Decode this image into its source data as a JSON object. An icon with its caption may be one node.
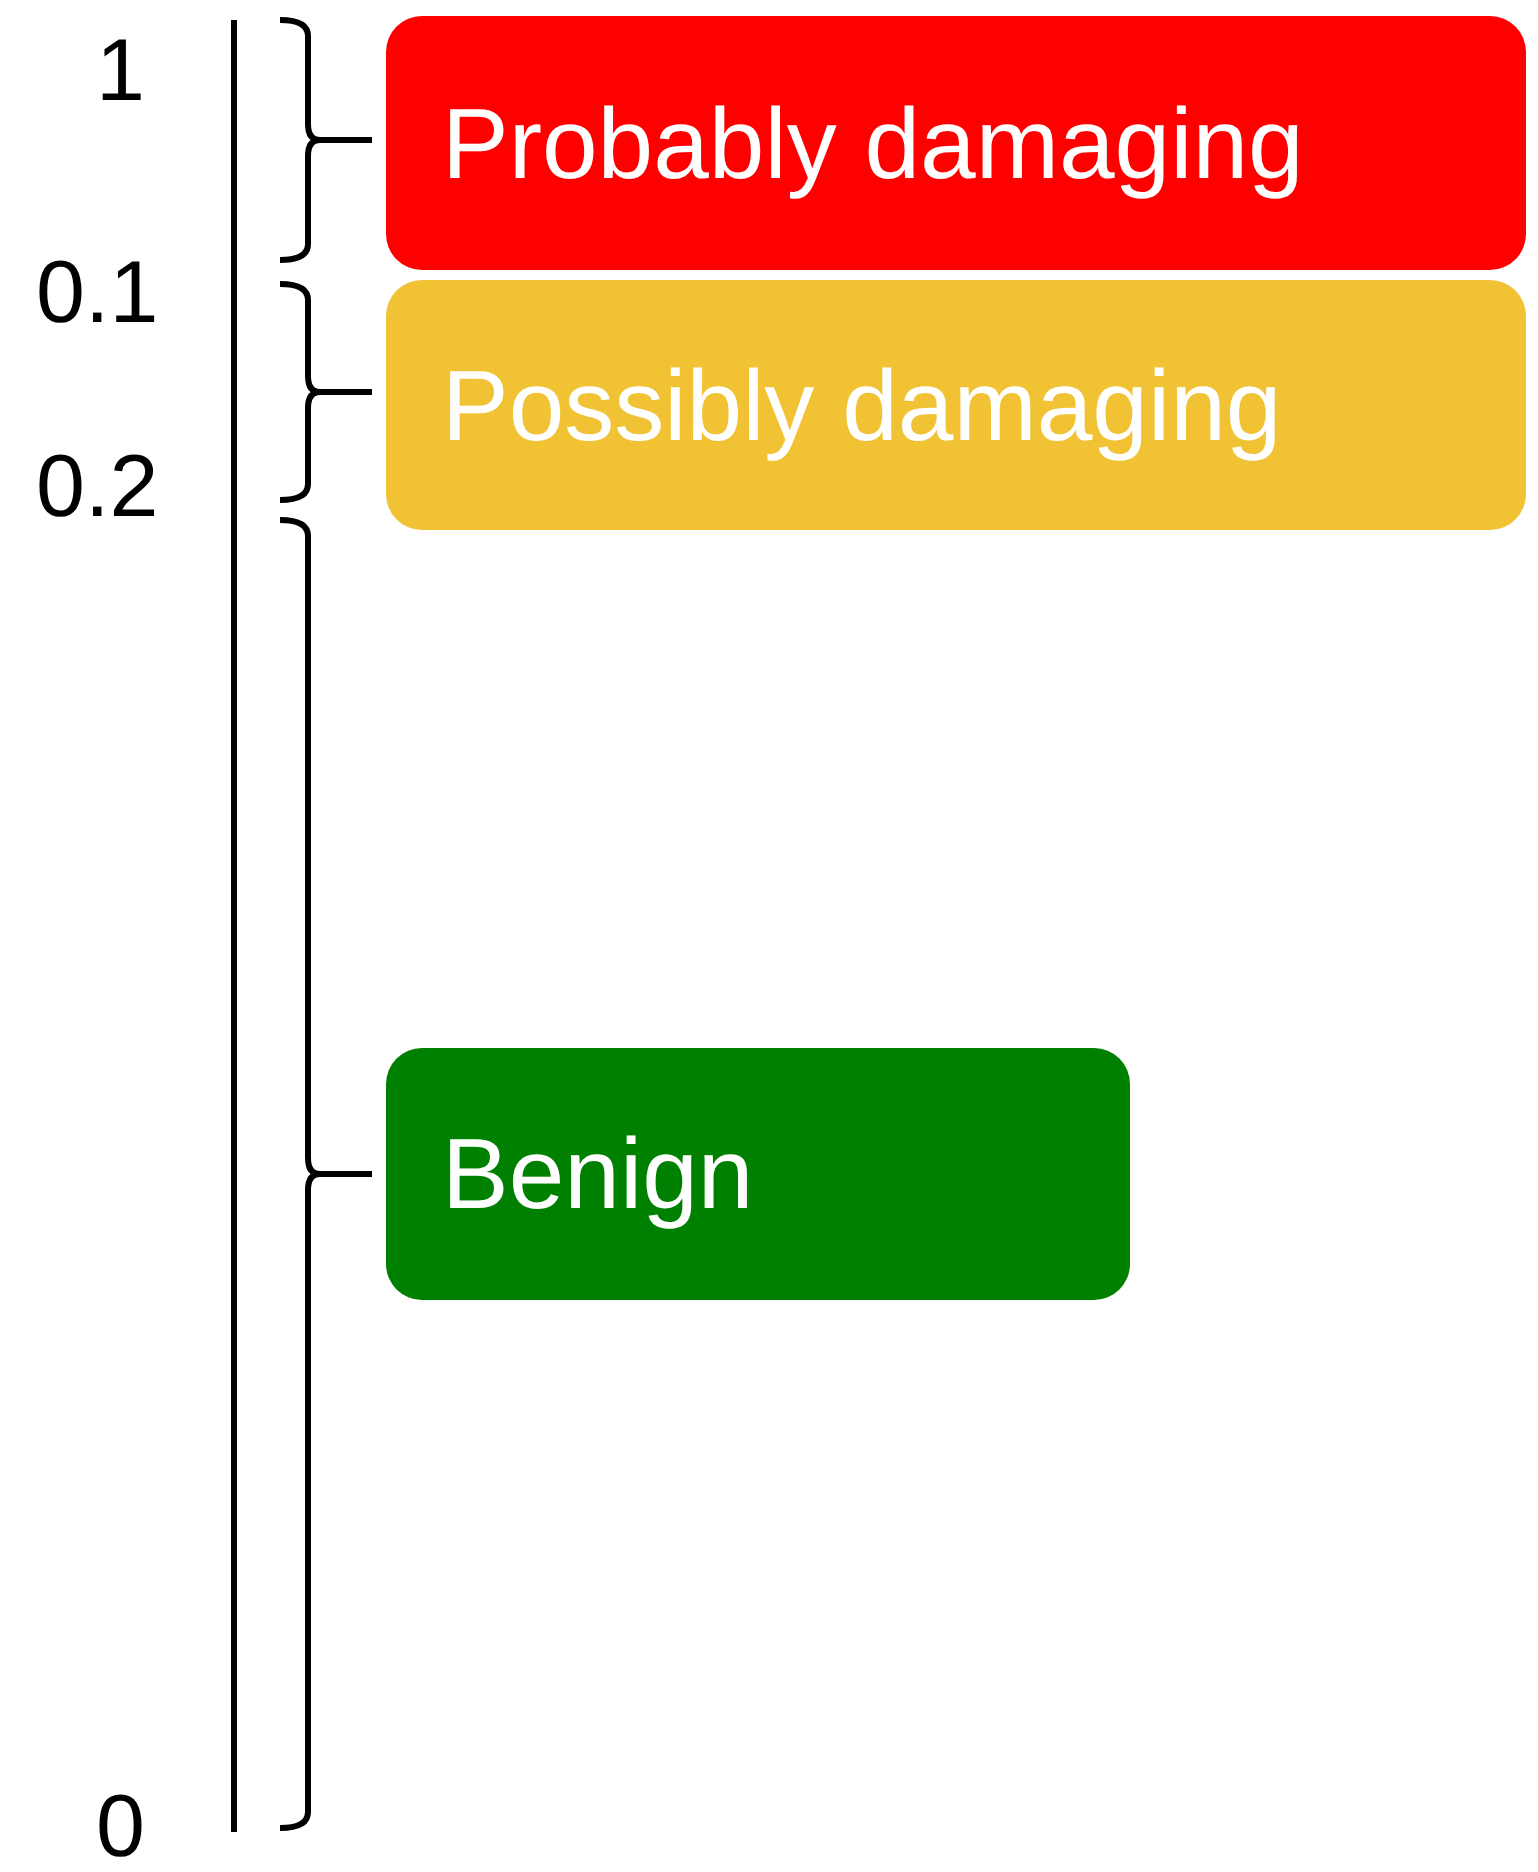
{
  "diagram": {
    "nodes": [
      {
        "text": [
          "Probably damaging"
        ]
      },
      {
        "text": [
          "Possibly damaging"
        ]
      },
      {
        "text": [
          "Benign"
        ]
      }
    ],
    "labels": [
      "1",
      "0.1",
      "0.2",
      "0"
    ]
  }
}
